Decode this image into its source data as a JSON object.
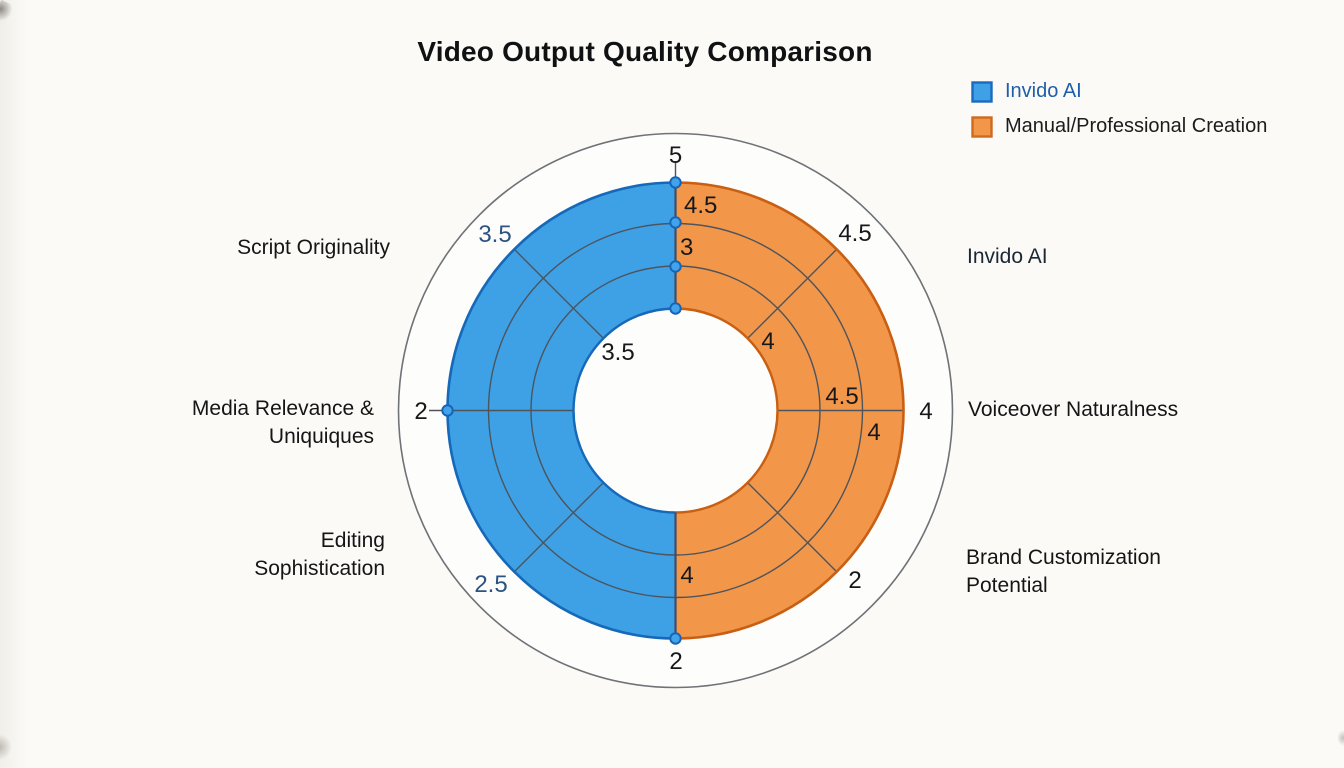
{
  "title": "Video Output Quality Comparison",
  "colors": {
    "invido_fill": "#3ea1e6",
    "invido_stroke": "#1668b8",
    "manual_fill": "#f2964a",
    "manual_stroke": "#c85f12",
    "grid": "#4e545c",
    "outer_ring": "#6f7276",
    "divider": "#3f4e68",
    "dot_fill": "#43a3ea",
    "dot_stroke": "#1465b8"
  },
  "legend": {
    "items": [
      {
        "label": "Invido AI",
        "swatch_color": "#3ea1e6"
      },
      {
        "label": "Manual/Professional Creation",
        "swatch_color": "#f2964a"
      }
    ]
  },
  "categories": {
    "left": [
      {
        "lines": [
          "Script Originality"
        ]
      },
      {
        "lines": [
          "Media Relevance &",
          "Uniquiques"
        ]
      },
      {
        "lines": [
          "Editing",
          "Sophistication"
        ]
      }
    ],
    "right": [
      {
        "lines": [
          "Invido AI"
        ]
      },
      {
        "lines": [
          "Voiceover Naturalness"
        ]
      },
      {
        "lines": [
          "Brand Customization",
          "Potential"
        ]
      }
    ]
  },
  "chart_data": {
    "type": "radar",
    "title": "Video Output Quality Comparison",
    "scale": {
      "min": 0,
      "max": 5
    },
    "layout": {
      "shape": "half-disc comparison donut: left half = Invido AI (blue), right half = Manual/Professional Creation (orange)",
      "grid": "2 concentric gridline circles inside filled band, 8 radial spokes at 45-degree steps, thin outer reference circle",
      "legend_position": "top-right"
    },
    "series": [
      {
        "name": "Invido AI",
        "color": "#3ea1e6",
        "region": "left-half"
      },
      {
        "name": "Manual/Professional Creation",
        "color": "#f2964a",
        "region": "right-half"
      }
    ],
    "outer_ring_values": {
      "top": "5",
      "top_right": "4.5",
      "right": "4",
      "bottom_right": "2",
      "bottom": "2",
      "bottom_left": "2.5",
      "left": "2",
      "top_left": "3.5"
    },
    "band_values": {
      "top_outer": "4.5",
      "top_middle": "3",
      "center_hole": "3.5",
      "inner_top_right": "4",
      "right_above_axis": "4.5",
      "right_below_axis": "4",
      "bottom_right_of_axis": "4"
    }
  }
}
